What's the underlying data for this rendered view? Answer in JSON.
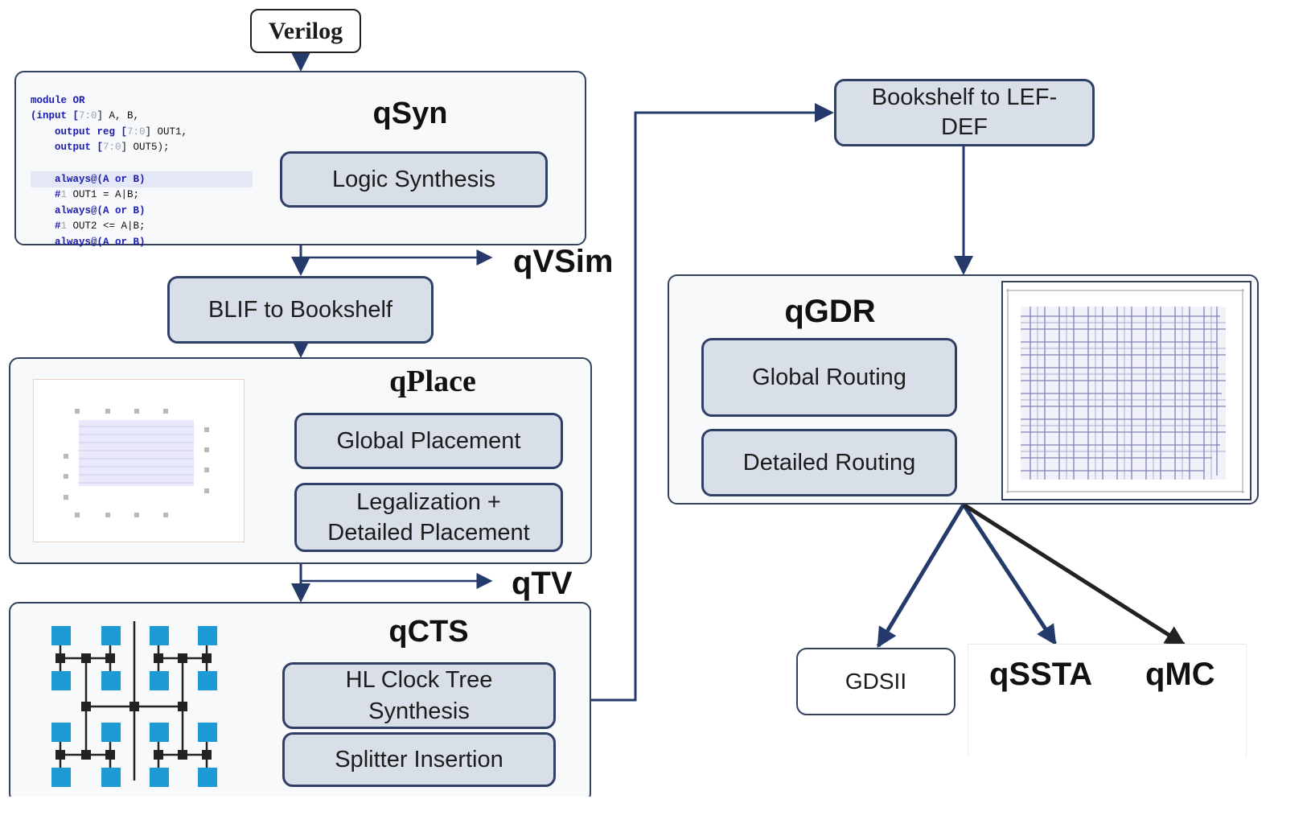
{
  "input": {
    "label": "Verilog"
  },
  "qsyn": {
    "title": "qSyn",
    "stage_label": "Logic Synthesis",
    "code": {
      "l1": "module OR",
      "l2a": "(input [",
      "l2b": "7:0",
      "l2c": "] A, B,",
      "l3a": "    output reg [",
      "l3b": "7:0",
      "l3c": "] OUT1,",
      "l4a": "    output [",
      "l4b": "7:0",
      "l4c": "] OUT5);",
      "l5": "    always@(A or B)",
      "l6a": "    #",
      "l6b": "1",
      "l6c": " OUT1 = A|B;",
      "l7": "    always@(A or B)",
      "l8a": "    #",
      "l8b": "1",
      "l8c": " OUT2 <= A|B;",
      "l9": "    always@(A or B)"
    }
  },
  "qvsim": {
    "label": "qVSim"
  },
  "blif": {
    "label": "BLIF to Bookshelf"
  },
  "qplace": {
    "title": "qPlace",
    "stages": [
      "Global Placement",
      "Legalization +\nDetailed Placement"
    ]
  },
  "qtv": {
    "label": "qTV"
  },
  "qcts": {
    "title": "qCTS",
    "stages": [
      "HL Clock Tree\nSynthesis",
      "Splitter Insertion"
    ]
  },
  "bookshelf_to_lefdef": {
    "label": "Bookshelf to LEF-\nDEF"
  },
  "qgdr": {
    "title": "qGDR",
    "stages": [
      "Global Routing",
      "Detailed Routing"
    ]
  },
  "outputs": {
    "gdsii": "GDSII",
    "qssta": "qSSTA",
    "qmc": "qMC"
  },
  "colors": {
    "box_border": "#33415c",
    "button_fill": "#d9dfe8",
    "arrow": "#233a6b",
    "clock_node": "#1e9ad6"
  }
}
